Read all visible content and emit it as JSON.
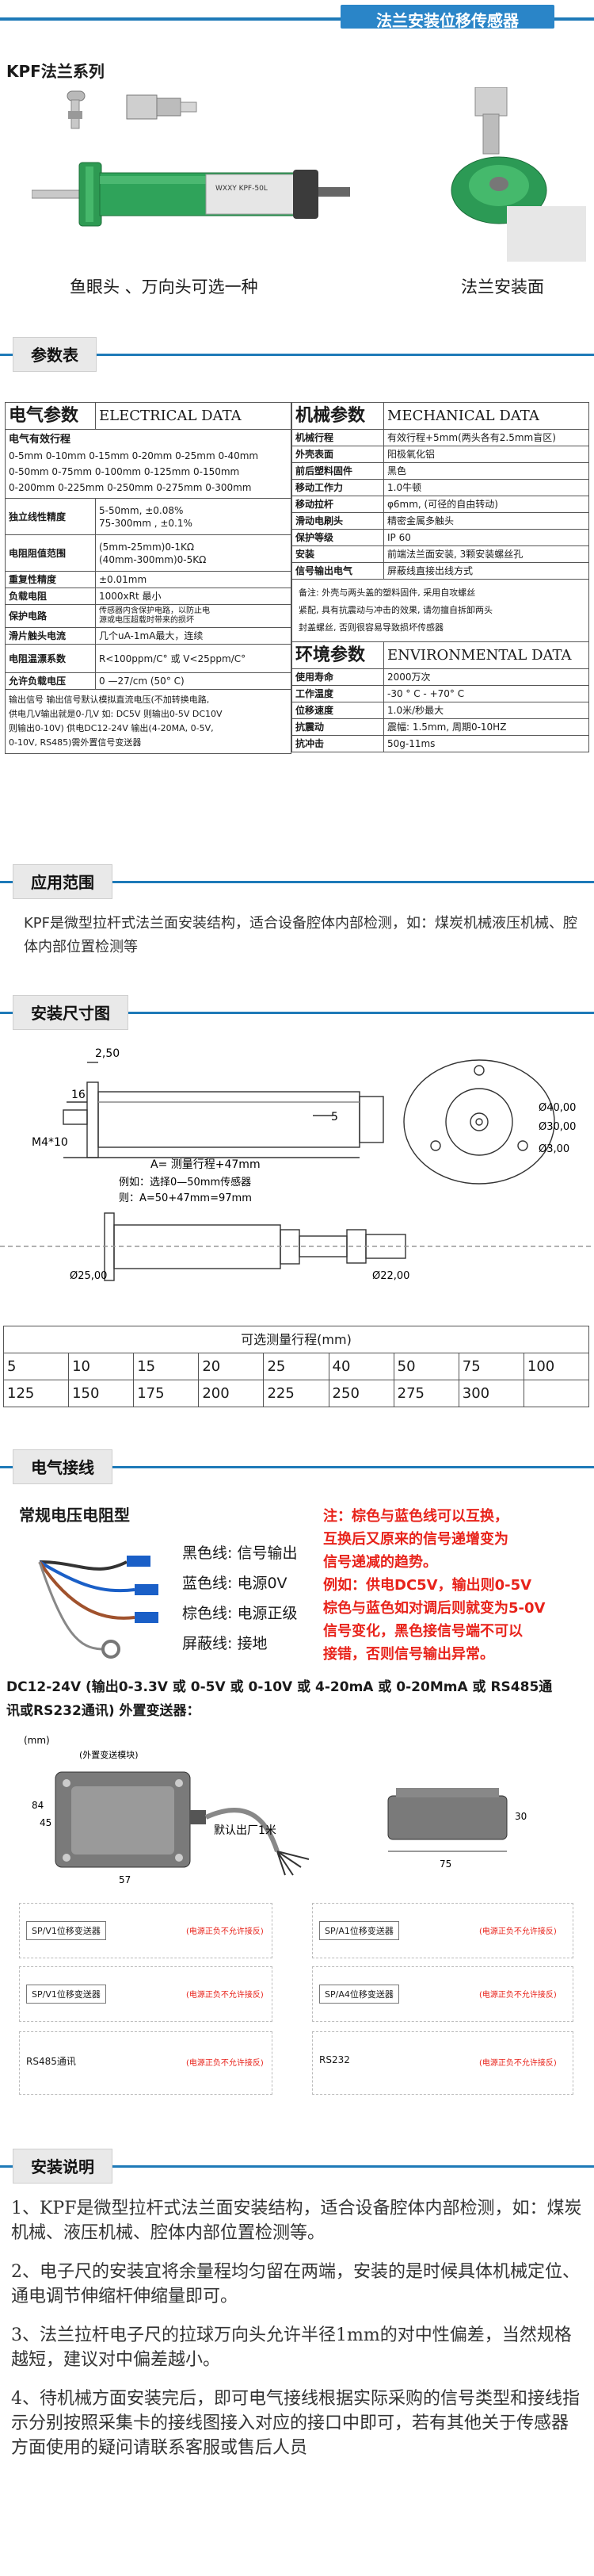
{
  "banner": {
    "title": "法兰安装位移传感器"
  },
  "series_title": "KPF法兰系列",
  "product": {
    "sensor_label": "WXXY KPF-50L",
    "caption_left": "鱼眼头 、万向头可选一种",
    "caption_right": "法兰安装面"
  },
  "sections": {
    "params": "参数表",
    "app": "应用范围",
    "dims": "安装尺寸图",
    "wiring": "电气接线",
    "install": "安装说明"
  },
  "elec": {
    "head1": "电气参数",
    "head2": "ELECTRICAL DATA",
    "stroke_label": "电气有效行程",
    "stroke_rows": [
      "0-5mm  0-10mm  0-15mm  0-20mm  0-25mm  0-40mm",
      "0-50mm  0-75mm  0-100mm  0-125mm  0-150mm",
      "0-200mm  0-225mm  0-250mm  0-275mm  0-300mm"
    ],
    "rows": [
      {
        "k": "独立线性精度",
        "v": [
          "5-50mm, ±0.08%",
          "75-300mm , ±0.1%"
        ]
      },
      {
        "k": "电阻阻值范围",
        "v": [
          "(5mm-25mm)0-1KΩ",
          "(40mm-300mm)0-5KΩ"
        ]
      },
      {
        "k": "重复性精度",
        "v": [
          "±0.01mm"
        ]
      },
      {
        "k": "负载电阻",
        "v": [
          "1000xRt 最小"
        ]
      },
      {
        "k": "保护电路",
        "v": [
          "传感器内含保护电路，以防止电",
          "源或电压超载时带来的损坏"
        ]
      },
      {
        "k": "滑片触头电流",
        "v": [
          "几个uA-1mA最大，连续"
        ]
      },
      {
        "k": "电阻温漂系数",
        "v": [
          "R<100ppm/C°  或 V<25ppm/C°"
        ]
      },
      {
        "k": "允许负载电压",
        "v": [
          "0 —27/cm (50° C)"
        ]
      }
    ],
    "output_label": "输出信号",
    "output_text": [
      "输出信号 输出信号默认模拟直流电压(不加转换电路,",
      "供电几V输出就是0-几V 如: DC5V 则输出0-5V  DC10V",
      "则输出0-10V) 供电DC12-24V 输出(4-20MA, 0-5V,",
      "0-10V, RS485)需外置信号变送器"
    ]
  },
  "mech": {
    "head1": "机械参数",
    "head2": "MECHANICAL DATA",
    "rows": [
      {
        "k": "机械行程",
        "v": "有效行程+5mm(两头各有2.5mm盲区)"
      },
      {
        "k": "外壳表面",
        "v": "阳极氧化铝"
      },
      {
        "k": "前后塑料固件",
        "v": "黑色"
      },
      {
        "k": "移动工作力",
        "v": "1.0牛顿"
      },
      {
        "k": "移动拉杆",
        "v": "φ6mm, (可径的自由转动)"
      },
      {
        "k": "滑动电刷头",
        "v": "精密金属多触头"
      },
      {
        "k": "保护等级",
        "v": "IP 60"
      },
      {
        "k": "安装",
        "v": "前端法兰面安装, 3颗安装螺丝孔"
      },
      {
        "k": "信号输出电气",
        "v": "屏蔽线直接出线方式"
      }
    ],
    "remarks": [
      "备注: 外壳与两头盖的塑料固件, 采用自攻螺丝",
      "紧配, 具有抗震动与冲击的效果, 请勿擅自拆卸两头",
      "封盖螺丝, 否则很容易导致损坏传感器"
    ]
  },
  "env": {
    "head1": "环境参数",
    "head2": "ENVIRONMENTAL DATA",
    "rows": [
      {
        "k": "使用寿命",
        "v": "2000万次"
      },
      {
        "k": "工作温度",
        "v": "-30 ° C - +70° C"
      },
      {
        "k": "位移速度",
        "v": "1.0米/秒最大"
      },
      {
        "k": "抗震动",
        "v": "震幅: 1.5mm, 周期0-10HZ"
      },
      {
        "k": "抗冲击",
        "v": "50g-11ms"
      }
    ]
  },
  "application": "KPF是微型拉杆式法兰面安装结构，适合设备腔体内部检测，如：煤炭机械液压机械、腔体内部位置检测等",
  "dims": {
    "d_250": "2,50",
    "d_16": "16",
    "d_5": "5",
    "m4": "M4*10",
    "a_eq": "A= 测量行程+47mm",
    "example1": "例如：选择0—50mm传感器",
    "example2": "则：A=50+47mm=97mm",
    "phi40": "Ø40,00",
    "phi30a": "Ø30,00",
    "phi30b": "Ø3,00",
    "phi25": "Ø25,00",
    "phi22": "Ø22,00",
    "table_title": "可选测量行程(mm)",
    "row1": [
      "5",
      "10",
      "15",
      "20",
      "25",
      "40",
      "50",
      "75",
      "100"
    ],
    "row2": [
      "125",
      "150",
      "175",
      "200",
      "225",
      "250",
      "275",
      "300",
      ""
    ]
  },
  "wiring": {
    "type_title": "常规电压电阻型",
    "wires": [
      {
        "color": "#111111",
        "label": "黑色线: 信号输出"
      },
      {
        "color": "#1a5fc7",
        "label": "蓝色线: 电源0V"
      },
      {
        "color": "#a0522d",
        "label": "棕色线: 电源正级"
      },
      {
        "color": "#888888",
        "label": "屏蔽线: 接地"
      }
    ],
    "note": [
      "注：棕色与蓝色线可以互换，",
      "互换后又原来的信号递增变为",
      "信号递减的趋势。",
      "例如：供电DC5V，输出则0-5V",
      "棕色与蓝色如对调后则就变为5-0V",
      "信号变化，黑色接信号端不可以",
      "接错，否则信号输出异常。"
    ],
    "transmitter_line": [
      "DC12-24V (输出0-3.3V 或 0-5V 或 0-10V 或 4-20mA 或 0-20MmA 或 RS485通",
      "讯或RS232通讯) 外置变送器："
    ],
    "mm": "(mm)",
    "module_label": "(外置变送模块)",
    "d84": "84",
    "d45": "45",
    "d57": "57",
    "d75": "75",
    "d30": "30",
    "cable_label": "默认出厂1米",
    "diagrams": [
      {
        "name": "SP/V1位移变送器",
        "note": "(电源正负不允许接反)"
      },
      {
        "name": "SP/A1位移变送器",
        "note": "(电源正负不允许接反)"
      },
      {
        "name": "SP/V1位移变送器",
        "note": "(电源正负不允许接反)"
      },
      {
        "name": "SP/A4位移变送器",
        "note": "(电源正负不允许接反)"
      },
      {
        "name": "RS485通讯",
        "note": "(电源正负不允许接反)"
      },
      {
        "name": "RS232",
        "note": "(电源正负不允许接反)"
      }
    ]
  },
  "install": [
    "1、KPF是微型拉杆式法兰面安装结构，适合设备腔体内部检测，如：煤炭机械、液压机械、腔体内部位置检测等。",
    "2、电子尺的安装宜将余量程均匀留在两端，安装的是时候具体机械定位、通电调节伸缩杆伸缩量即可。",
    "3、法兰拉杆电子尺的拉球万向头允许半径1mm的对中性偏差，当然规格越短，建议对中偏差越小。",
    "4、待机械方面安装完后，即可电气接线根据实际采购的信号类型和接线指示分别按照采集卡的接线图接入对应的接口中即可，若有其他关于传感器方面使用的疑问请联系客服或售后人员"
  ]
}
